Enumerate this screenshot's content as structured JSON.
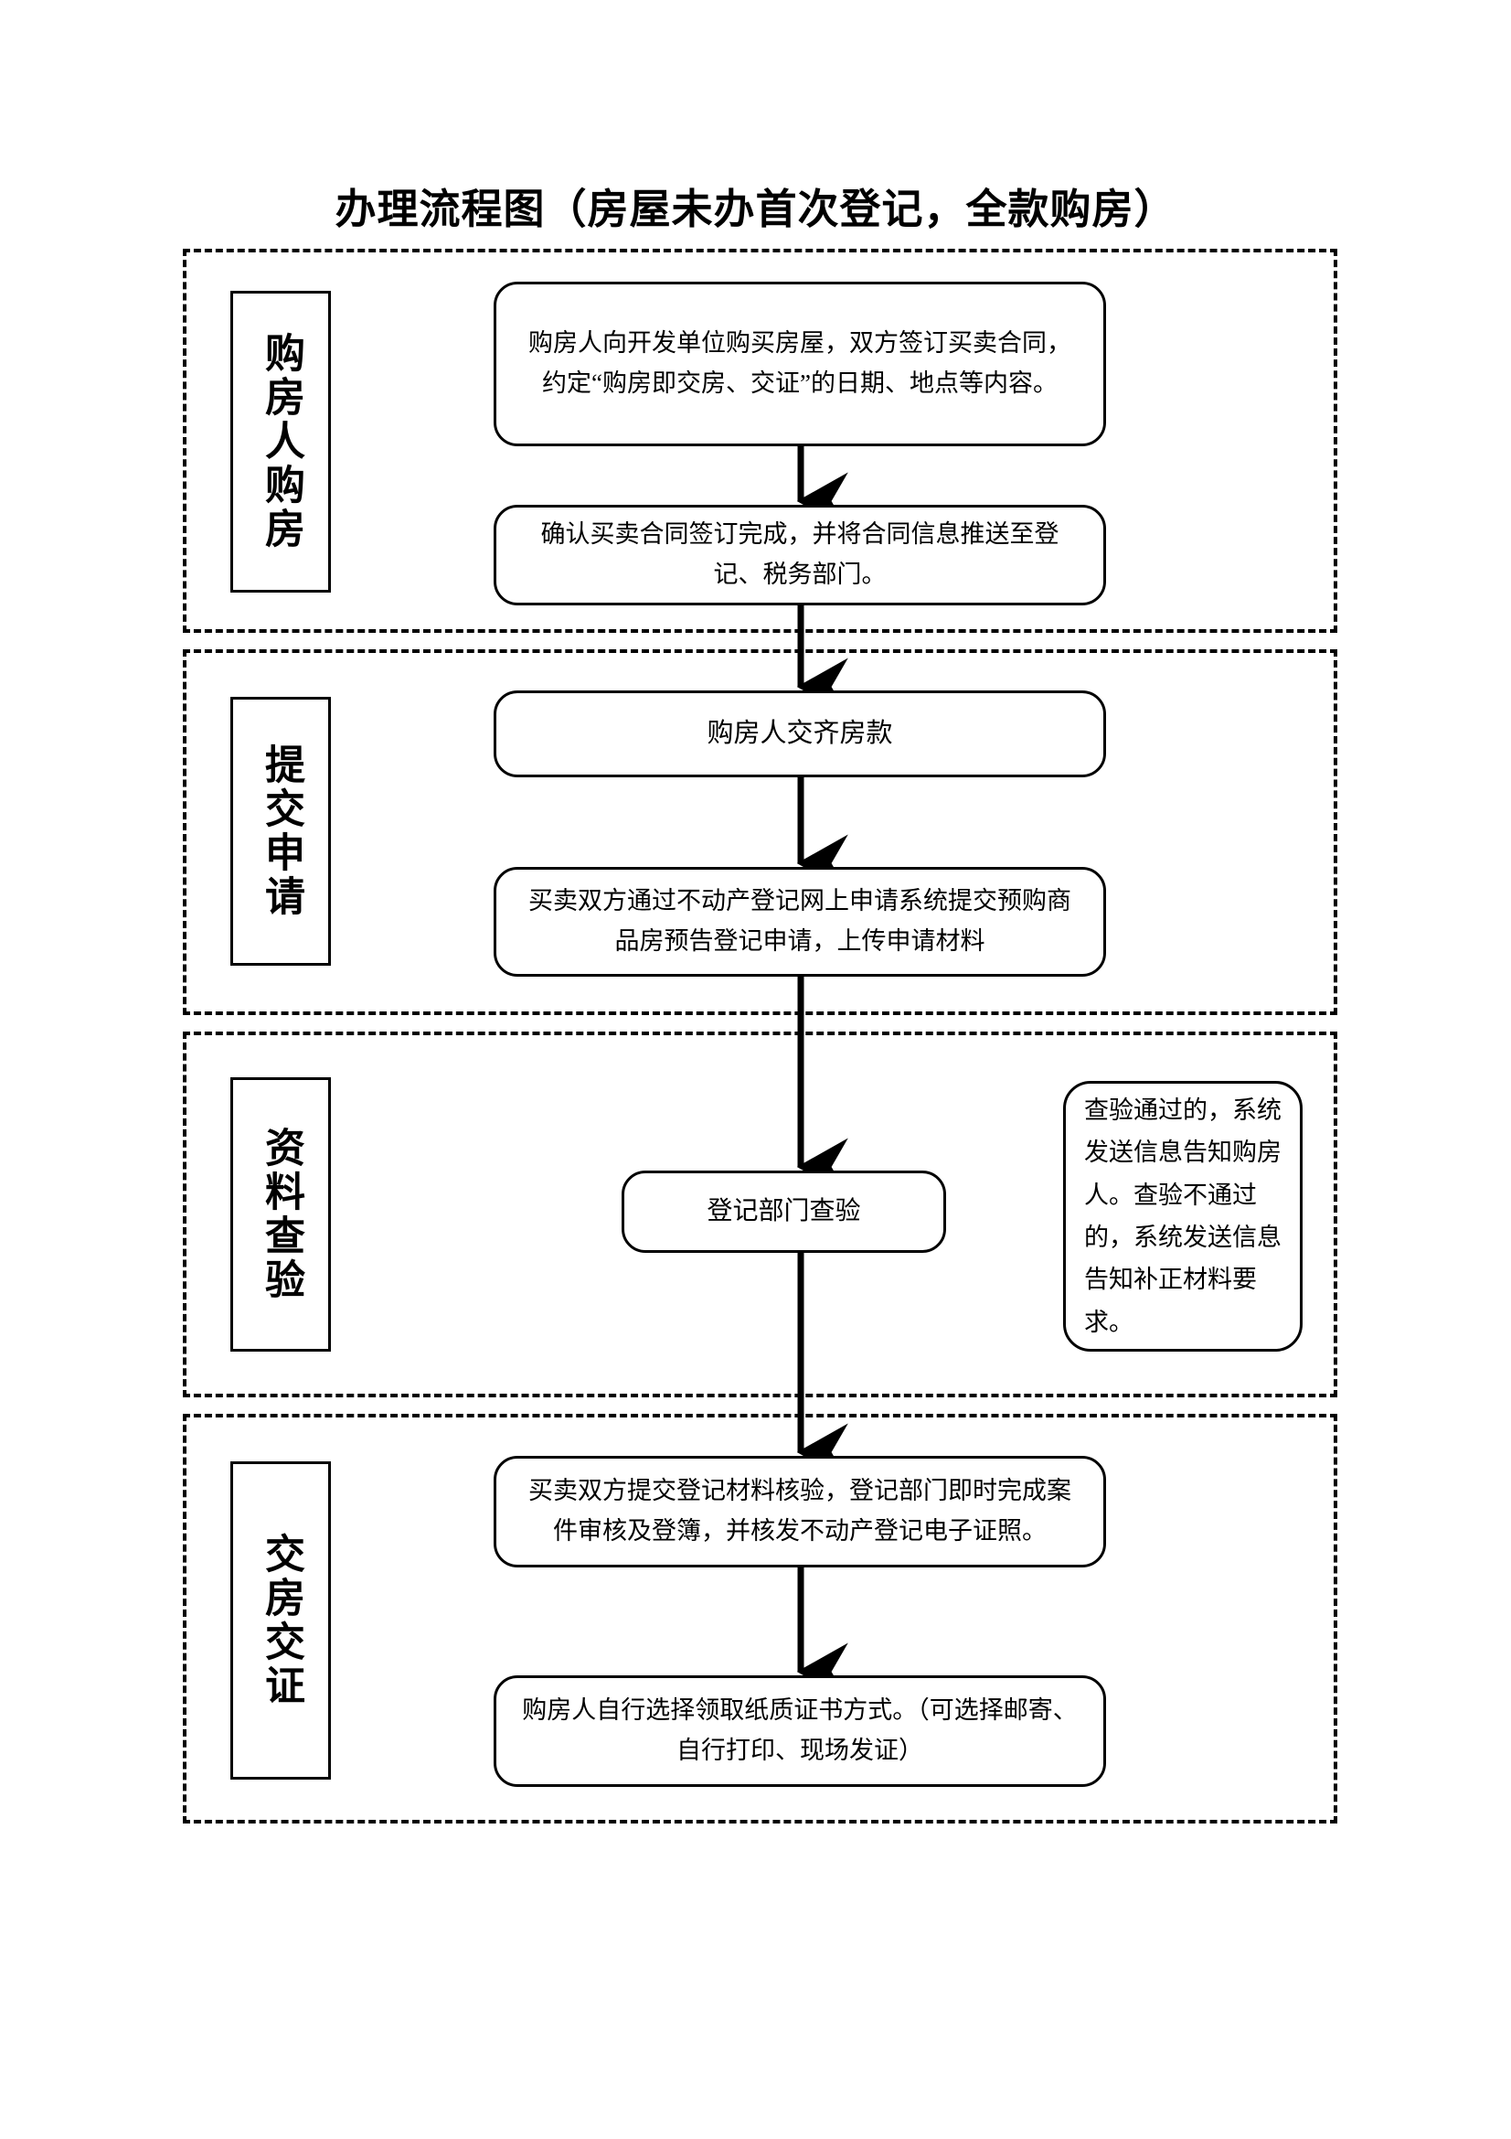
{
  "document": {
    "title": "办理流程图（房屋未办首次登记，全款购房）"
  },
  "stages": [
    {
      "id": "stage-0",
      "label": "购房人购房"
    },
    {
      "id": "stage-1",
      "label": "提交申请"
    },
    {
      "id": "stage-2",
      "label": "资料查验"
    },
    {
      "id": "stage-3",
      "label": "交房交证"
    }
  ],
  "steps": [
    {
      "id": "box-0",
      "stage": "购房人购房",
      "text": "购房人向开发单位购买房屋，双方签订买卖合同，约定“购房即交房、交证”的日期、地点等内容。"
    },
    {
      "id": "box-1",
      "stage": "购房人购房",
      "text": "确认买卖合同签订完成，并将合同信息推送至登记、税务部门。"
    },
    {
      "id": "box-2",
      "stage": "提交申请",
      "text": "购房人交齐房款"
    },
    {
      "id": "box-3",
      "stage": "提交申请",
      "text": "买卖双方通过不动产登记网上申请系统提交预购商品房预告登记申请，上传申请材料"
    },
    {
      "id": "box-4",
      "stage": "资料查验",
      "text": "登记部门查验"
    },
    {
      "id": "box-5",
      "stage": "交房交证",
      "text": "买卖双方提交登记材料核验，登记部门即时完成案件审核及登簿，并核发不动产登记电子证照。"
    },
    {
      "id": "box-6",
      "stage": "交房交证",
      "text": "购房人自行选择领取纸质证书方式。（可选择邮寄、自行打印、现场发证）"
    }
  ],
  "note": {
    "id": "note-box",
    "stage": "资料查验",
    "text": "查验通过的，系统发送信息告知购房人。查验不通过的，系统发送信息告知补正材料要求。"
  },
  "colors": {
    "line": "#000000",
    "background": "#ffffff"
  }
}
